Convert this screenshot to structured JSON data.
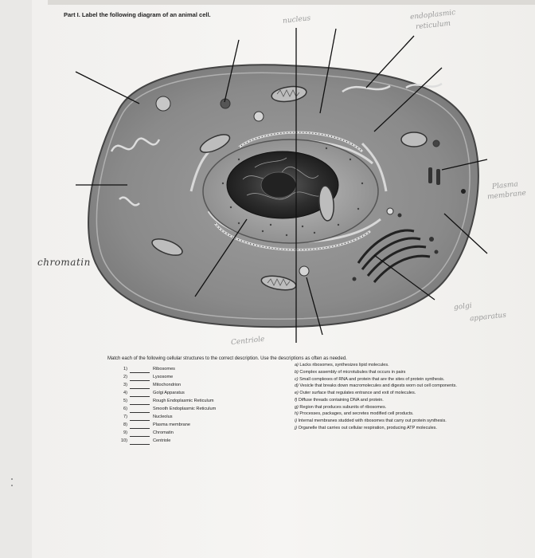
{
  "title": "Part I. Label the following diagram of an animal cell.",
  "handwritten": {
    "nucleus": "nucleus",
    "endoplasmic": "endoplasmic",
    "reticulum": "reticulum",
    "plasma": "Plasma",
    "membrane": "membrane",
    "chromatin": "chromatin",
    "golgi": "golgi",
    "apparatus": "apparatus",
    "centriole": "Centriole"
  },
  "instructions": "Match each of the following cellular structures to the correct description. Use the descriptions as often as needed.",
  "questions": [
    {
      "num": "1)",
      "term": "Ribosomes"
    },
    {
      "num": "2)",
      "term": "Lysosome"
    },
    {
      "num": "3)",
      "term": "Mitochondrion"
    },
    {
      "num": "4)",
      "term": "Golgi Apparatus"
    },
    {
      "num": "5)",
      "term": "Rough Endoplasmic Reticulum"
    },
    {
      "num": "6)",
      "term": "Smooth Endoplasmic Reticulum"
    },
    {
      "num": "7)",
      "term": "Nucleolus"
    },
    {
      "num": "8)",
      "term": "Plasma membrane"
    },
    {
      "num": "9)",
      "term": "Chromatin"
    },
    {
      "num": "10)",
      "term": "Centriole"
    }
  ],
  "answers": [
    {
      "letter": "a)",
      "text": "Lacks ribosomes, synthesizes lipid molecules."
    },
    {
      "letter": "b)",
      "text": "Complex assembly of microtubules that occurs in pairs"
    },
    {
      "letter": "c)",
      "text": "Small complexes of RNA and protein that are the sites of protein synthesis."
    },
    {
      "letter": "d)",
      "text": "Vesicle that breaks down macromolecules and digests worn out cell components."
    },
    {
      "letter": "e)",
      "text": "Outer surface that regulates entrance and exit of molecules."
    },
    {
      "letter": "f)",
      "text": "Diffuse threads containing DNA and protein."
    },
    {
      "letter": "g)",
      "text": "Region that produces subunits of ribosomes."
    },
    {
      "letter": "h)",
      "text": "Processes, packages, and secretes modified cell products."
    },
    {
      "letter": "i)",
      "text": "Internal membranes studded with ribosomes that carry out protein synthesis."
    },
    {
      "letter": "j)",
      "text": "Organelle that carries out cellular respiration, producing ATP molecules."
    }
  ]
}
